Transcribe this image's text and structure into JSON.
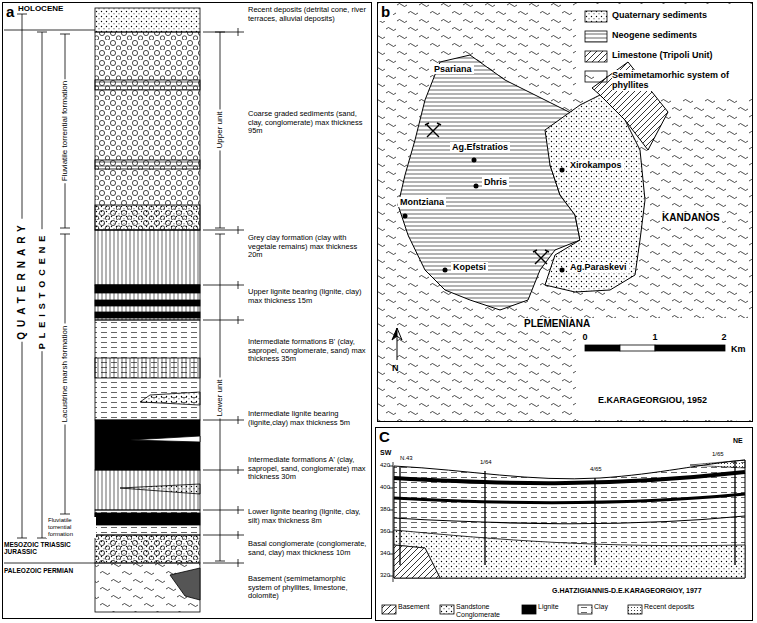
{
  "diagram": {
    "nodes": [
      {
        "text": [
          "a"
        ]
      },
      {
        "text": [
          "b"
        ]
      },
      {
        "text": [
          "C"
        ]
      }
    ],
    "labels": [
      "HOLOCENE",
      "QUATERNARY",
      "PLEISTOCENE",
      "Fluviatile torrential formation",
      "Lacustrine marsh formation",
      "Fluviatile torrential formation",
      "MESOZOIC TRIASSIC JURASSIC",
      "PALEOZOIC PERMIAN",
      "Upper unit",
      "Lower unit",
      "Recent deposits (detrital cone, river terraces, alluvial deposits)",
      "Coarse graded sediments (sand, clay, conglomerate) max thickness 95m",
      "Grey clay formation (clay with vegetale remains) max thickness 20m",
      "Upper lignite bearing (lignite, clay) max thickness 15m",
      "Intermediate formations B' (clay, sapropel, conglomerate, sand) max thickness 35m",
      "Intermediate lignite bearing (lignite,clay) max thickness 5m",
      "Intermediate formations A' (clay, sapropel, sand, conglomerate) max thickness 30m",
      "Lower lignite bearing (lignite, clay, silt) max thickness 8m",
      "Basal conglomerate (conglomerate, sand, clay) max thickness 10m",
      "Basement (semimetamorphic system of phyllites, limestone, dolomite)",
      "Psariana",
      "Ag.Efstratios",
      "Dhris",
      "Montziana",
      "Xirokampos",
      "Kopetsi",
      "Ag.Paraskevi",
      "KANDANOS",
      "PLEMENIANA",
      "0",
      "1",
      "2",
      "Km",
      "N",
      "E.KARAGEORGIOU, 1952",
      "SW",
      "NE",
      "420",
      "400",
      "380",
      "360",
      "340",
      "320",
      "N.43",
      "1/64",
      "4/65",
      "1/65",
      "G.HATZIGIANNIS-D.E.KARAGEORGIOY, 1977"
    ],
    "legend": [
      {
        "text": "Quaternary sediments"
      },
      {
        "text": "Neogene sediments"
      },
      {
        "text": "Limestone (Tripoli Unit)"
      },
      {
        "text": "Semimetamorhic system of phyllites"
      },
      {
        "text": "Basement"
      },
      {
        "text": "Sandstone Conglomerate"
      },
      {
        "text": "Lignite",
        "color": "#000000"
      },
      {
        "text": "Clay"
      },
      {
        "text": "Recent deposits"
      }
    ]
  }
}
